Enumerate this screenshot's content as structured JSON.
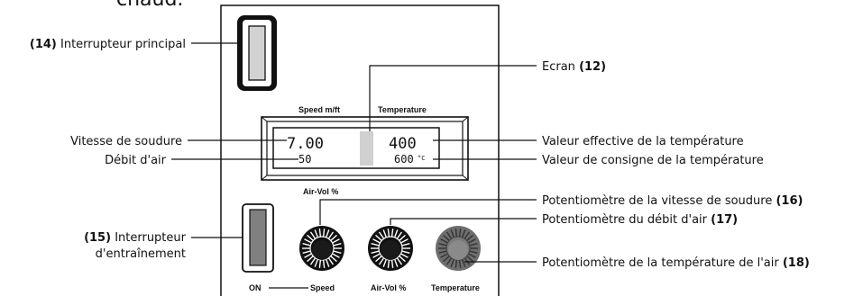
{
  "top_fragment": "chaud.",
  "panel": {
    "label_speed": "Speed m/ft",
    "label_temperature": "Temperature",
    "label_airvol": "Air-Vol %",
    "bottom_on": "ON",
    "bottom_speed": "Speed",
    "bottom_airvol": "Air-Vol %",
    "bottom_temperature": "Temperature"
  },
  "display": {
    "speed_value": "7.00",
    "air_value": "50",
    "temp_actual": "400",
    "temp_set": "600",
    "temp_unit": "°C"
  },
  "callouts": {
    "main_switch": {
      "number": "(14)",
      "text": "Interrupteur principal"
    },
    "screen": {
      "text": "Ecran",
      "number": "(12)"
    },
    "weld_speed": {
      "text": "Vitesse de soudure"
    },
    "air_flow": {
      "text": "Débit  d'air"
    },
    "temp_actual": {
      "text": "Valeur effective de la température"
    },
    "temp_set": {
      "text": "Valeur de consigne de la température"
    },
    "pot_speed": {
      "text": "Potentiomètre de la vitesse de soudure",
      "number": "(16)"
    },
    "pot_air": {
      "text": "Potentiomètre du débit d'air",
      "number": "(17)"
    },
    "drive_switch": {
      "number": "(15)",
      "text_line1": "Interrupteur",
      "text_line2": "d'entraînement"
    },
    "pot_temp": {
      "text": "Potentiomètre de la température de l'air",
      "number": "(18)"
    }
  }
}
